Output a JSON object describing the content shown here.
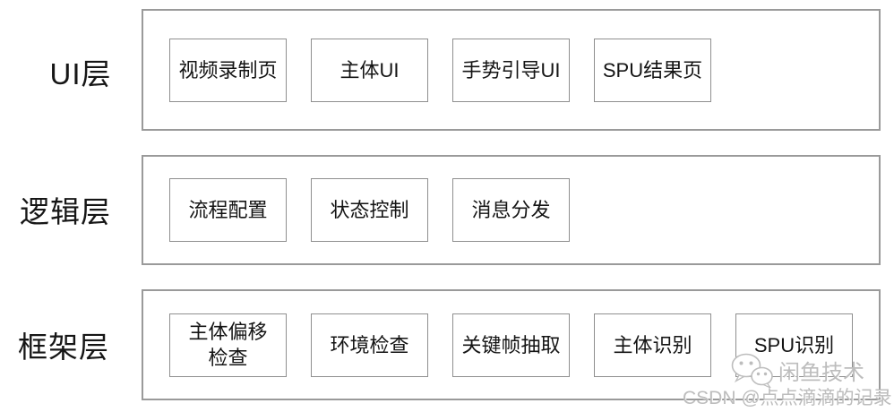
{
  "diagram": {
    "layers": [
      {
        "label": "UI层",
        "modules": [
          "视频录制页",
          "主体UI",
          "手势引导UI",
          "SPU结果页"
        ]
      },
      {
        "label": "逻辑层",
        "modules": [
          "流程配置",
          "状态控制",
          "消息分发"
        ]
      },
      {
        "label": "框架层",
        "modules": [
          "主体偏移\n检查",
          "环境检查",
          "关键帧抽取",
          "主体识别",
          "SPU识别"
        ]
      }
    ]
  },
  "watermark": {
    "brand": "闲鱼技术",
    "credit": "CSDN @点点滴滴的记录",
    "icon": "wechat-icon"
  },
  "colors": {
    "background": "#ffffff",
    "outer_border": "#9a9a9a",
    "module_border": "#8f8f8f",
    "text": "#141414",
    "watermark": "#bdbdbd"
  }
}
